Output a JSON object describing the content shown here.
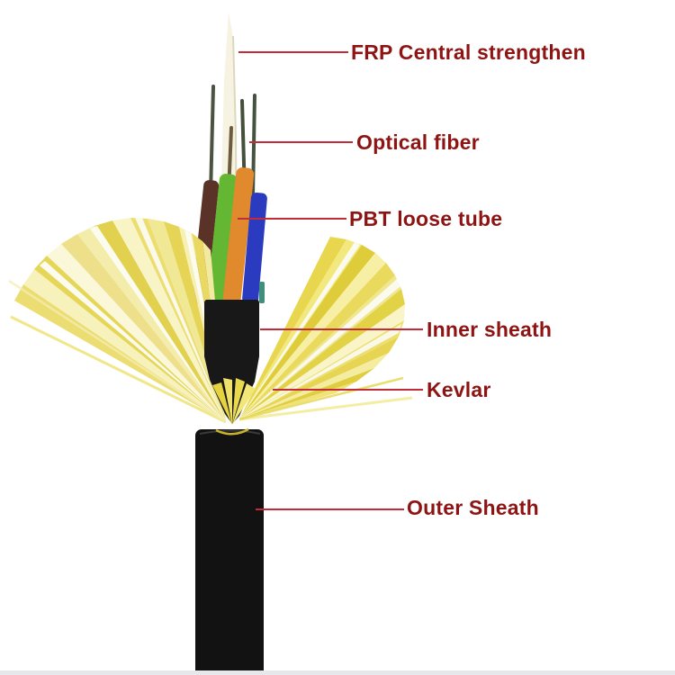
{
  "diagram": {
    "subject": "fiber-optic-cable-structure",
    "background": "#ffffff"
  },
  "labels": [
    {
      "id": "frp-central-strengthen",
      "text": "FRP Central strengthen"
    },
    {
      "id": "optical-fiber",
      "text": "Optical fiber"
    },
    {
      "id": "pbt-loose-tube",
      "text": "PBT loose tube"
    },
    {
      "id": "inner-sheath",
      "text": "Inner sheath"
    },
    {
      "id": "kevlar",
      "text": "Kevlar"
    },
    {
      "id": "outer-sheath",
      "text": "Outer Sheath"
    }
  ],
  "colors": {
    "label_text": "#8e1414",
    "leader_line": "#c22b38",
    "frp_rod": "#f6f3e2",
    "optical_fiber": "#4a5340",
    "pbt_tube_brown": "#5a3227",
    "pbt_tube_green": "#63b733",
    "pbt_tube_orange": "#e08a2d",
    "pbt_tube_blue": "#2b3bc0",
    "kevlar_yellow": "#ecdf6d",
    "inner_sheath_black": "#181818",
    "outer_sheath_black": "#121212"
  }
}
